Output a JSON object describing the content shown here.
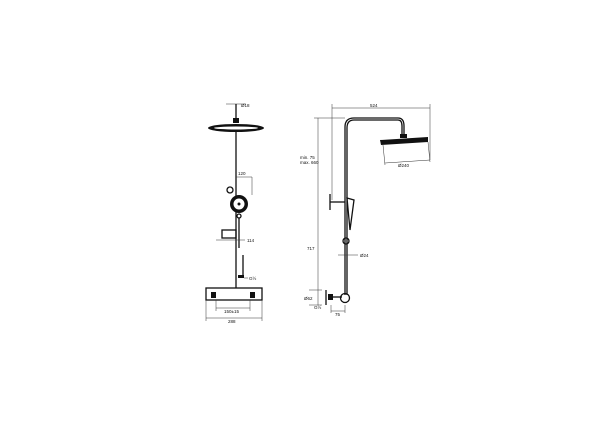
{
  "front_view": {
    "labels": {
      "pipe_diameter": "Ø18",
      "hand_shower_width": "120",
      "holder_offset": "114",
      "inlet_thread": "G½",
      "inlet_spacing": "150±15",
      "overall_width": "288"
    }
  },
  "side_view": {
    "labels": {
      "arm_length": "524",
      "height_range_min": "min. 75",
      "height_range_max": "max. 660",
      "head_diameter": "Ø240",
      "overall_height": "717",
      "rail_diameter": "Ø24",
      "escutcheon_diameter": "Ø62",
      "inlet_thread": "G½",
      "depth": "75"
    }
  },
  "colors": {
    "line": "#111111",
    "background": "#ffffff"
  }
}
